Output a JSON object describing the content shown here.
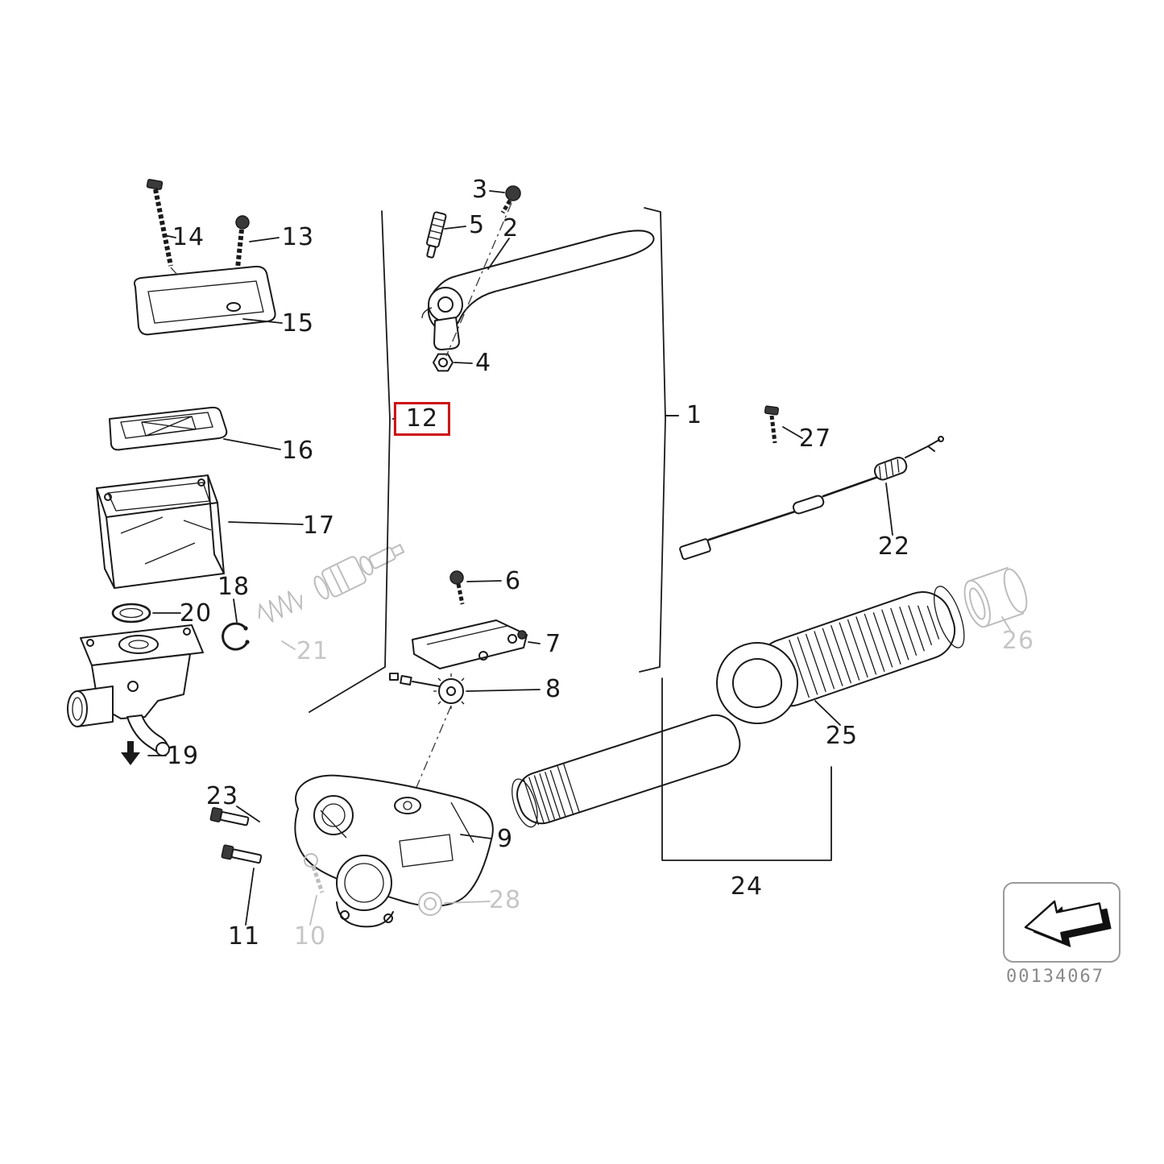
{
  "diagram": {
    "type": "exploded-parts-diagram",
    "subject": "handlebar-lever-and-grip-assembly",
    "image_code": "00134067",
    "highlighted_part": "12",
    "colors": {
      "line": "#1a1a1a",
      "dimmed_parts": "#bdbdbd",
      "highlight_box": "#cc1111",
      "label_text": "#1a1a1a",
      "dimmed_label_text": "#c6c6c6",
      "code_text": "#8a8a8a",
      "background": "#ffffff"
    },
    "parts": [
      {
        "number": "1"
      },
      {
        "number": "2"
      },
      {
        "number": "3"
      },
      {
        "number": "4"
      },
      {
        "number": "5"
      },
      {
        "number": "6"
      },
      {
        "number": "7"
      },
      {
        "number": "8"
      },
      {
        "number": "9"
      },
      {
        "number": "10",
        "dimmed": true
      },
      {
        "number": "11"
      },
      {
        "number": "12",
        "highlighted": true
      },
      {
        "number": "13"
      },
      {
        "number": "14"
      },
      {
        "number": "15"
      },
      {
        "number": "16"
      },
      {
        "number": "17"
      },
      {
        "number": "18"
      },
      {
        "number": "19"
      },
      {
        "number": "20"
      },
      {
        "number": "21",
        "dimmed": true
      },
      {
        "number": "22"
      },
      {
        "number": "23"
      },
      {
        "number": "24"
      },
      {
        "number": "25"
      },
      {
        "number": "26",
        "dimmed": true
      },
      {
        "number": "27"
      },
      {
        "number": "28",
        "dimmed": true
      }
    ]
  }
}
